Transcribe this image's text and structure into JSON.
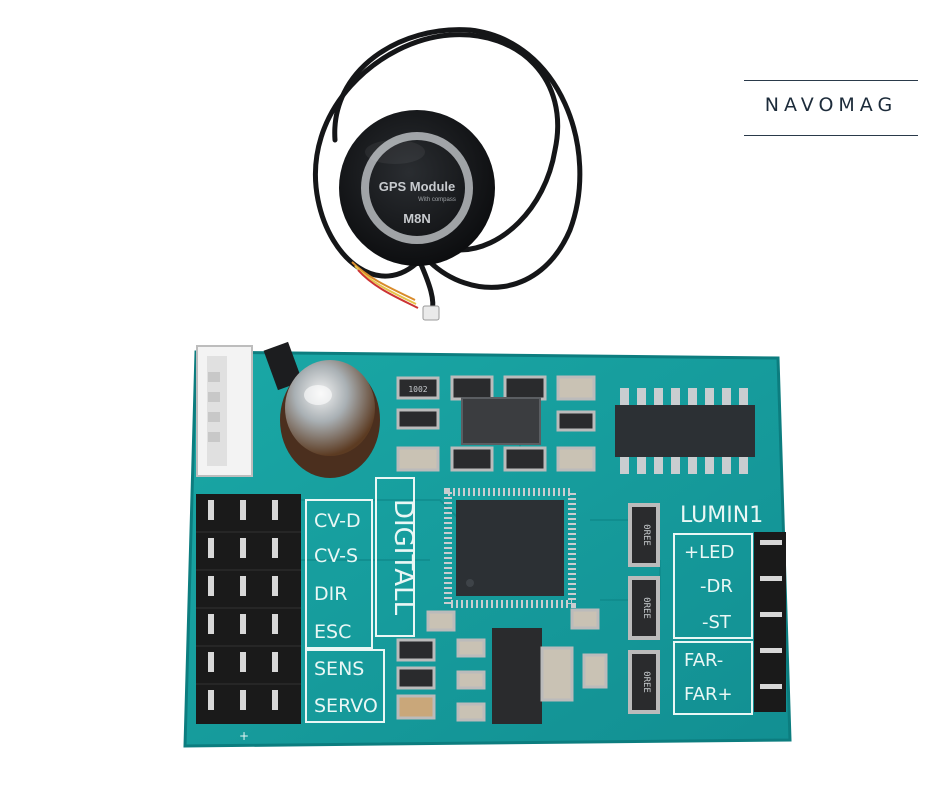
{
  "brand": {
    "name": "NAVOMAG"
  },
  "gps": {
    "title": "GPS Module",
    "subtitle": "With compass",
    "model": "M8N"
  },
  "board": {
    "brand_label": "LUMIN1",
    "vertical_label": "DIGITALL",
    "left_pins": [
      "CV-D",
      "CV-S",
      "DIR",
      "ESC",
      "SENS",
      "SERVO"
    ],
    "right_pins": [
      "+LED",
      "-DR",
      "-ST",
      "FAR-",
      "FAR+"
    ],
    "resistor_code": "0REE",
    "smd_code": "1002",
    "bottom_marks": [
      "+"
    ]
  },
  "colors": {
    "pcb": "#169c9c",
    "pcb_edge": "#0c7d7f",
    "silkscreen": "#e9f7f5",
    "chip": "#2c3034",
    "header": "#1a1a1a"
  }
}
